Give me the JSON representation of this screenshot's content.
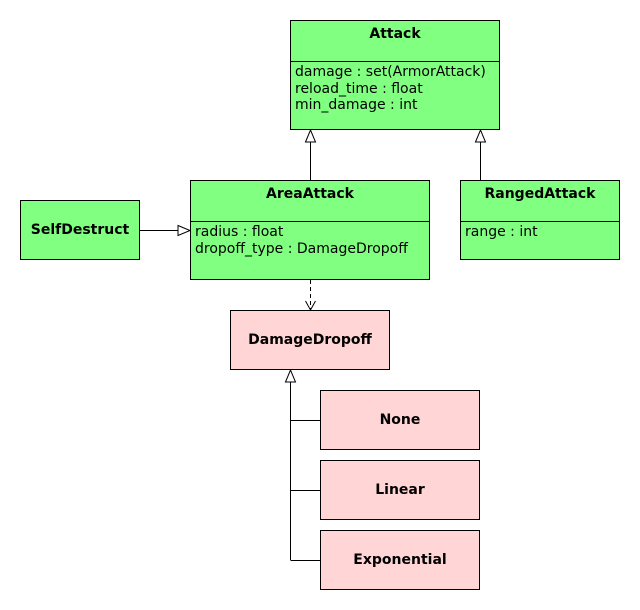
{
  "colors": {
    "class_fill": "#80ff80",
    "enum_fill": "#ffd5d5",
    "stroke": "#000000",
    "background": "#ffffff"
  },
  "classes": {
    "attack": {
      "name": "Attack",
      "attributes": [
        "damage : set(ArmorAttack)",
        "reload_time : float",
        "min_damage : int"
      ]
    },
    "area_attack": {
      "name": "AreaAttack",
      "attributes": [
        "radius : float",
        "dropoff_type : DamageDropoff"
      ]
    },
    "ranged_attack": {
      "name": "RangedAttack",
      "attributes": [
        "range : int"
      ]
    },
    "self_destruct": {
      "name": "SelfDestruct"
    },
    "damage_dropoff": {
      "name": "DamageDropoff"
    },
    "none": {
      "name": "None"
    },
    "linear": {
      "name": "Linear"
    },
    "exponential": {
      "name": "Exponential"
    }
  },
  "relations": [
    {
      "from": "area_attack",
      "to": "attack",
      "kind": "inheritance"
    },
    {
      "from": "ranged_attack",
      "to": "attack",
      "kind": "inheritance"
    },
    {
      "from": "self_destruct",
      "to": "area_attack",
      "kind": "inheritance"
    },
    {
      "from": "area_attack",
      "to": "damage_dropoff",
      "kind": "dependency"
    },
    {
      "from": "none",
      "to": "damage_dropoff",
      "kind": "inheritance"
    },
    {
      "from": "linear",
      "to": "damage_dropoff",
      "kind": "inheritance"
    },
    {
      "from": "exponential",
      "to": "damage_dropoff",
      "kind": "inheritance"
    }
  ]
}
